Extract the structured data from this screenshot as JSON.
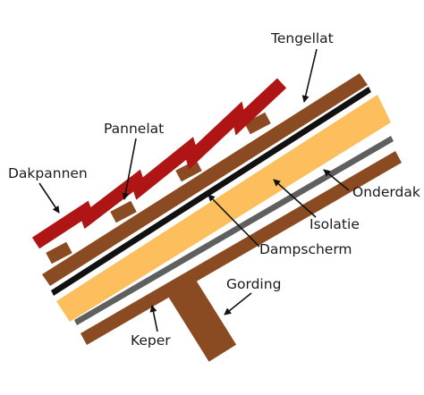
{
  "labels": {
    "tengellat": "Tengellat",
    "pannelat": "Pannelat",
    "dakpannen": "Dakpannen",
    "onderdak": "Onderdak",
    "isolatie": "Isolatie",
    "dampscherm": "Dampscherm",
    "gording": "Gording",
    "keper": "Keper"
  },
  "colors": {
    "tile_red": "#b01515",
    "wood_brown": "#8a4a22",
    "insulation": "#fdbf5e",
    "vapor_barrier": "#111111",
    "underlay": "#5f5f5f",
    "text": "#1a1a1a"
  }
}
